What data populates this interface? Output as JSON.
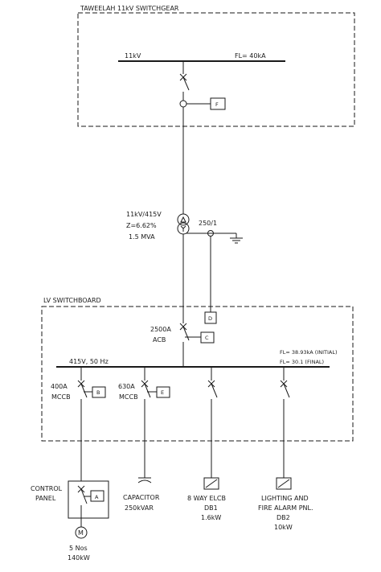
{
  "switchgear": {
    "title": "TAWEELAH 11kV SWITCHGEAR",
    "bus_voltage": "11kV",
    "fault_level": "FL= 40kA",
    "relay": "F"
  },
  "transformer": {
    "ratio": "11kV/415V",
    "impedance": "Z=6.62%",
    "rating": "1.5 MVA",
    "ct_ratio": "250/1",
    "relay": "D"
  },
  "lv": {
    "title": "LV SWITCHBOARD",
    "acb_rating": "2500A",
    "acb_label": "ACB",
    "acb_relay": "C",
    "bus_label": "415V, 50 Hz",
    "fl_initial": "FL= 38.93kA (INITIAL)",
    "fl_final": "FL= 30.1 (FINAL)"
  },
  "feeders": [
    {
      "rating": "400A",
      "type": "MCCB",
      "relay": "B"
    },
    {
      "rating": "630A",
      "type": "MCCB",
      "relay": "E"
    }
  ],
  "loads": {
    "control_panel": {
      "line1": "CONTROL",
      "line2": "PANEL",
      "relay": "A"
    },
    "motor": {
      "symbol": "M",
      "qty": "5 Nos",
      "power": "140kW"
    },
    "capacitor": {
      "line1": "CAPACITOR",
      "line2": "250kVAR"
    },
    "elcb": {
      "line1": "8 WAY ELCB",
      "line2": "DB1",
      "line3": "1.6kW"
    },
    "lighting": {
      "line1": "LIGHTING AND",
      "line2": "FIRE ALARM PNL.",
      "line3": "DB2",
      "line4": "10kW"
    }
  }
}
